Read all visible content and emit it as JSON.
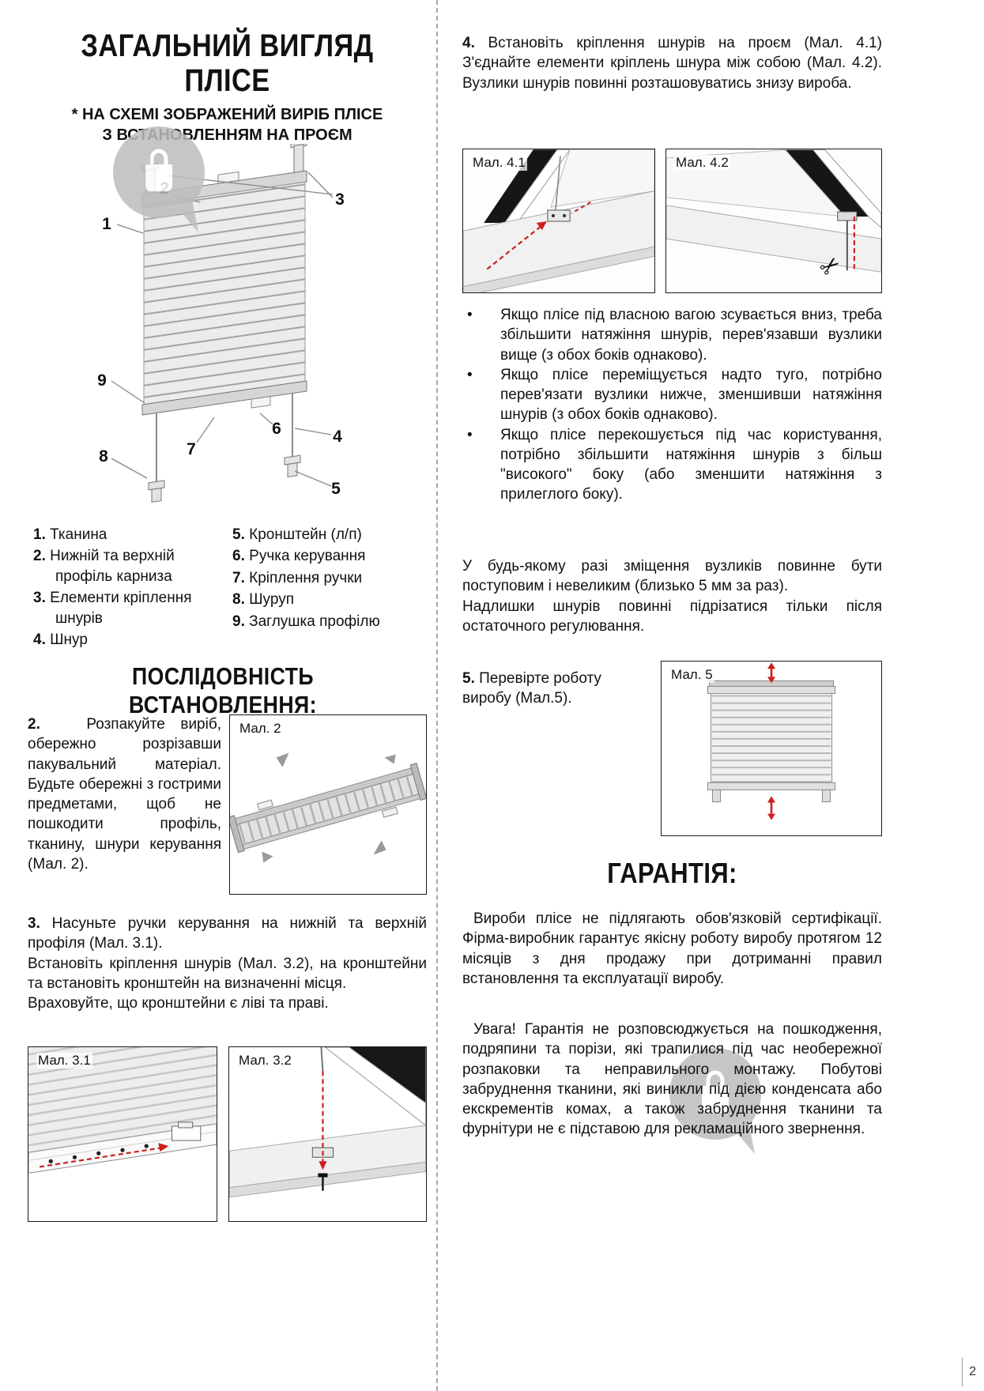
{
  "page": {
    "number": "2"
  },
  "left": {
    "title_line1": "ЗАГАЛЬНИЙ ВИГЛЯД",
    "title_line2": "ПЛІСЕ",
    "subtitle_line1": "* НА СХЕМІ ЗОБРАЖЕНИЙ ВИРІБ ПЛІСЕ",
    "subtitle_line2": "З ВСТАНОВЛЕННЯМ НА ПРОЄМ",
    "diagram_labels": [
      "1",
      "2",
      "3",
      "4",
      "5",
      "6",
      "7",
      "8",
      "9"
    ],
    "legend_left": [
      {
        "num": "1.",
        "text": "Тканина"
      },
      {
        "num": "2.",
        "text": "Нижній та верхній профіль карниза"
      },
      {
        "num": "3.",
        "text": "Елементи кріплення шнурів"
      },
      {
        "num": "4.",
        "text": "Шнур"
      }
    ],
    "legend_right": [
      {
        "num": "5.",
        "text": "Кронштейн (л/п)"
      },
      {
        "num": "6.",
        "text": "Ручка керування"
      },
      {
        "num": "7.",
        "text": "Кріплення ручки"
      },
      {
        "num": "8.",
        "text": "Шуруп"
      },
      {
        "num": "9.",
        "text": "Заглушка профілю"
      }
    ],
    "sequence_title": "ПОСЛІДОВНІСТЬ ВСТАНОВЛЕННЯ:",
    "step2_num": "2.",
    "step2_text": "Розпакуйте виріб, обережно розрізавши пакувальний матеріал. Будьте обережні з гострими предметами, щоб не пошкодити профіль, тканину, шнури керування (Мал. 2).",
    "fig2_label": "Мал. 2",
    "step3_num": "3.",
    "step3_part1": "Насуньте ручки керування на нижній та верхній профіля (Мал. 3.1).",
    "step3_part2": "Встановіть кріплення шнурів (Мал. 3.2), на кронштейни та встановіть кронштейн на визначенні місця.",
    "step3_part3": "Враховуйте, що кронштейни є ліві та праві.",
    "fig31_label": "Мал. 3.1",
    "fig32_label": "Мал. 3.2"
  },
  "right": {
    "step4_num": "4.",
    "step4_text": "Встановіть кріплення шнурів на проєм (Мал. 4.1) З'єднайте елементи кріплень шнура між собою (Мал. 4.2). Вузлики шнурів повинні розташовуватись знизу вироба.",
    "fig41_label": "Мал. 4.1",
    "fig42_label": "Мал. 4.2",
    "bullet_char": "•",
    "bullets": [
      "Якщо плісе під власною вагою зсувається вниз, треба збільшити натяжіння шнурів, перев'язавши вузлики вище (з обох боків однаково).",
      "Якщо плісе переміщується надто туго, потрібно перев'язати вузлики нижче, зменшивши натяжіння шнурів (з обох боків однаково).",
      "Якщо плісе перекошується під час користування, потрібно збільшити натяжіння шнурів з більш \"високого\" боку (або зменшити натяжіння з прилеглого боку)."
    ],
    "note1": "У будь-якому разі зміщення вузликів повинне бути поступовим і невеликим (близько 5 мм за раз).",
    "note2": "Надлишки шнурів повинні підрізатися тільки після остаточного регулювання.",
    "step5_num": "5.",
    "step5_text": "Перевірте роботу виробу (Мал.5).",
    "fig5_label": "Мал. 5",
    "warranty_title": "ГАРАНТІЯ:",
    "warranty_p1": "Вироби плісе не підлягають обов'язковій сертифікації. Фірма-виробник гарантує якісну роботу виробу протягом 12 місяців з дня продажу при дотриманні правил встановлення та експлуатації виробу.",
    "warranty_p2": "Увага! Гарантія не розповсюджується на пошкодження, подряпини та порізи, які трапилися під час необережної розпаковки та неправильного монтажу. Побутові забруднення тканини, які виникли під дією конденсата або екскрементів комах, а також забруднення тканини та фурнітури не є підставою для рекламаційного звернення."
  },
  "colors": {
    "accent_red": "#cc2020",
    "text": "#111111",
    "watermark_gray": "#bdbdbd"
  }
}
